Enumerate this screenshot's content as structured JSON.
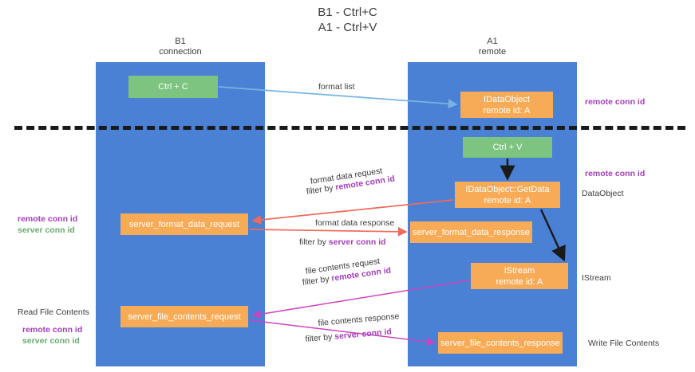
{
  "diagram": {
    "title_line1": "B1 - Ctrl+C",
    "title_line2": "A1 - Ctrl+V",
    "columns": [
      {
        "name": "B1",
        "role": "connection"
      },
      {
        "name": "A1",
        "role": "remote"
      }
    ],
    "colors": {
      "lane": "#4a81d4",
      "green_node": "#7cc47f",
      "orange_node": "#f8ab56",
      "purple_text": "#a23fb8",
      "green_text": "#6aab6d",
      "dark_text": "#3c3c3c",
      "blue_arrow": "#77b5e0",
      "red_arrow": "#ef6a5a",
      "magenta_arrow": "#cc44c0",
      "black_arrow": "#1a1a1a"
    },
    "nodes": {
      "ctrl_c": {
        "label": "Ctrl + C"
      },
      "idataobject": {
        "line1": "IDataObject",
        "line2": "remote id: A"
      },
      "ctrl_v": {
        "label": "Ctrl + V"
      },
      "getdata": {
        "line1": "IDataObject::GetData",
        "line2": "remote id: A"
      },
      "server_format_data_request": {
        "label": "server_format_data_request"
      },
      "server_format_data_response": {
        "label": "server_format_data_response"
      },
      "istream": {
        "line1": "IStream",
        "line2": "remote id: A"
      },
      "server_file_contents_request": {
        "label": "server_file_contents_request"
      },
      "server_file_contents_response": {
        "label": "server_file_contents_response"
      }
    },
    "edge_labels": {
      "format_list": "format list",
      "format_data_request": "format data request",
      "format_data_request_filter_prefix": "filter by ",
      "format_data_request_filter_key": "remote conn id",
      "format_data_response": "format data response",
      "format_data_response_filter_prefix": "filter by ",
      "format_data_response_filter_key": "server conn id",
      "file_contents_request": "file contents request",
      "file_contents_request_filter_prefix": "filter by ",
      "file_contents_request_filter_key": "remote conn id",
      "file_contents_response": "file contents response",
      "file_contents_response_filter_prefix": "filter by ",
      "file_contents_response_filter_key": "server conn id"
    },
    "annotations": {
      "right_remote_conn_id_top": "remote conn id",
      "right_remote_conn_id_mid": "remote conn id",
      "right_dataobject": "DataObject",
      "right_istream": "IStream",
      "right_write_file_contents": "Write File Contents",
      "left_remote_conn_id": "remote conn id",
      "left_server_conn_id": "server conn id",
      "left_read_file_contents": "Read File Contents",
      "left_remote_conn_id_2": "remote conn id",
      "left_server_conn_id_2": "server conn id"
    }
  }
}
